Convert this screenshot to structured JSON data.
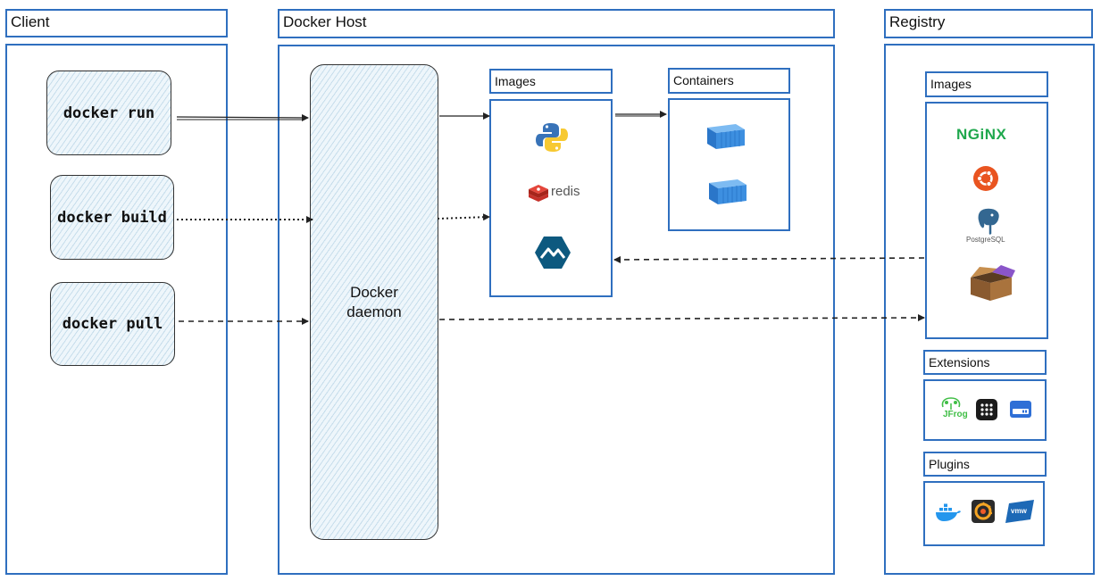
{
  "client": {
    "title": "Client",
    "commands": [
      "docker run",
      "docker build",
      "docker pull"
    ]
  },
  "host": {
    "title": "Docker Host",
    "daemon": [
      "Docker",
      "daemon"
    ],
    "images_title": "Images",
    "containers_title": "Containers",
    "image_icons": [
      "python-icon",
      "redis-icon",
      "alpine-icon"
    ],
    "redis_label": "redis"
  },
  "registry": {
    "title": "Registry",
    "images_title": "Images",
    "extensions_title": "Extensions",
    "plugins_title": "Plugins",
    "nginx_label": "NGiNX",
    "postgres_label": "PostgreSQL",
    "jfrog_label": "JFrog",
    "vmw_label": "vmw"
  },
  "colors": {
    "border": "#2f6fbf",
    "container_blue": "#3d8fe0",
    "nginx_green": "#1fa84d",
    "ubuntu_orange": "#e95420"
  }
}
